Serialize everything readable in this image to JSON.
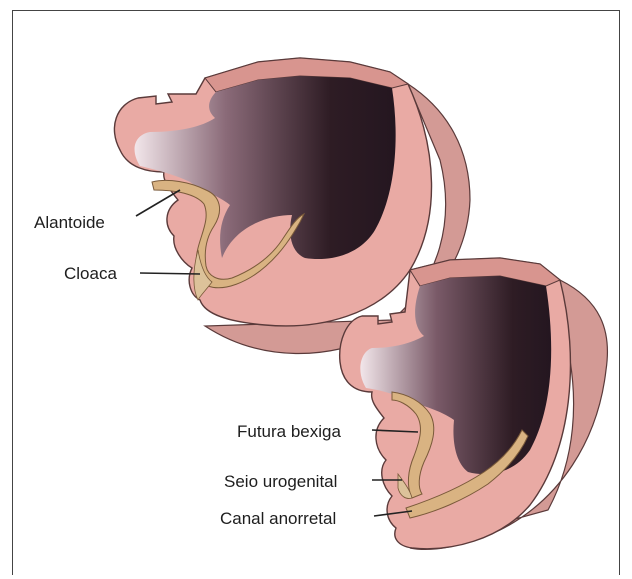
{
  "labels": {
    "alantoide": "Alantoide",
    "cloaca": "Cloaca",
    "futura_bexiga": "Futura bexiga",
    "seio_urogenital": "Seio urogenital",
    "canal_anorretal": "Canal anorretal"
  },
  "colors": {
    "tissue_pink": "#e9aaa4",
    "tissue_dark_pink": "#c8807c",
    "tissue_outline": "#5a3a3a",
    "cavity_dark": "#2e1c24",
    "cavity_light": "#f2e6ea",
    "endoderm_tan": "#d9b382",
    "label_text": "#1e1e1e"
  }
}
